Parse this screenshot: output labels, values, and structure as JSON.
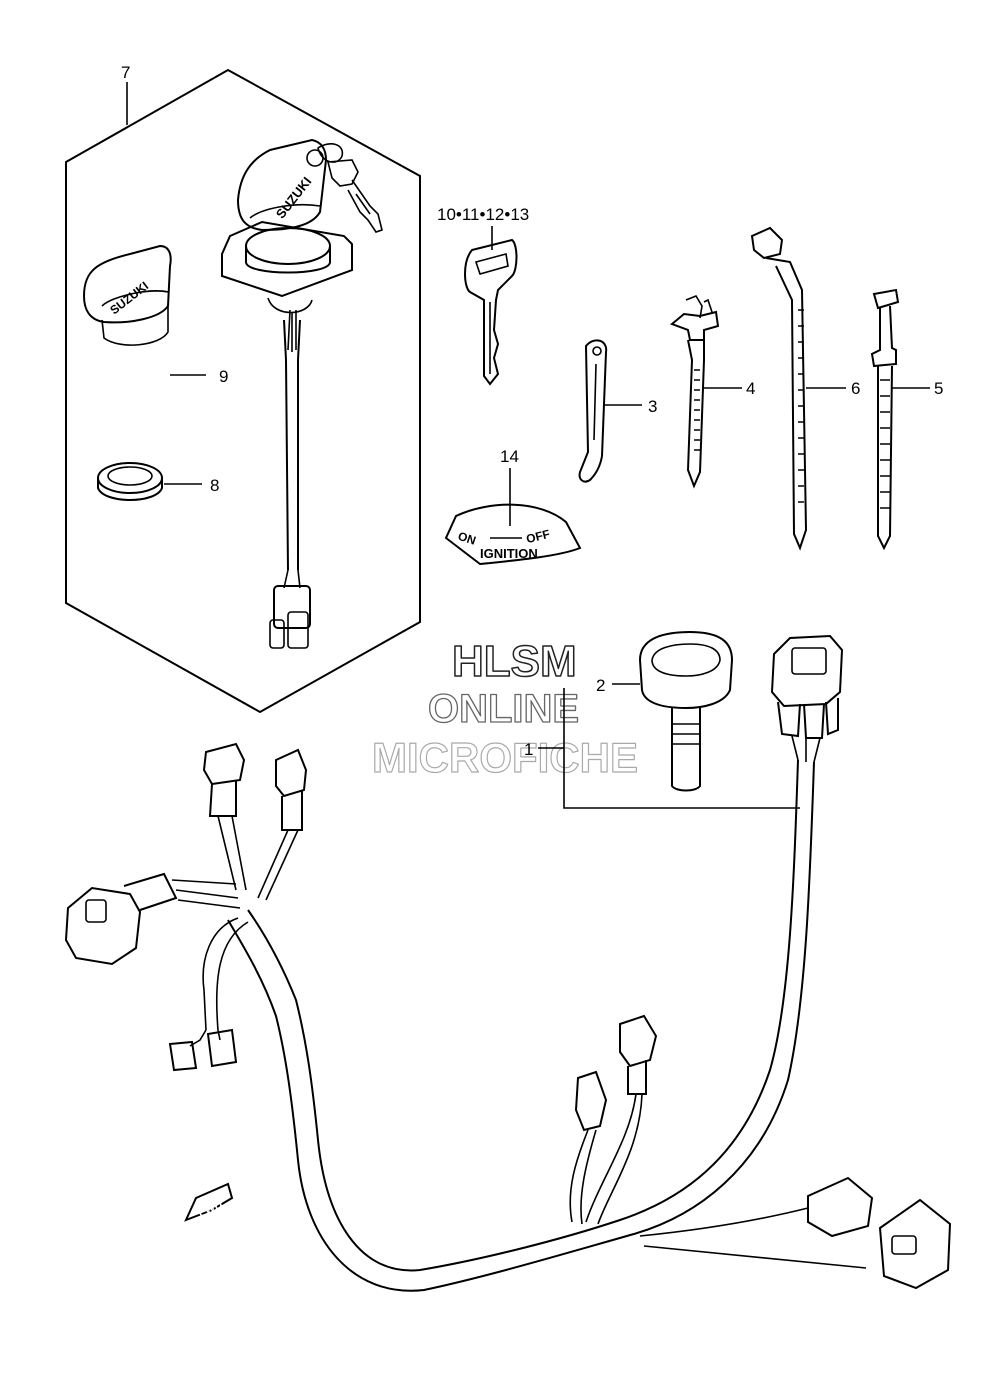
{
  "labels": {
    "p1": "1",
    "p2": "2",
    "p3": "3",
    "p4": "4",
    "p5": "5",
    "p6": "6",
    "p7": "7",
    "p8": "8",
    "p9": "9",
    "p10_13": "10•11•12•13",
    "p14": "14"
  },
  "key_cap_brand": "SUZUKI",
  "decal": {
    "on": "ON",
    "off": "OFF",
    "ignition": "IGNITION"
  },
  "watermark": {
    "line1": "HLSM",
    "line2": "ONLINE",
    "line3": "MICROFICHE"
  },
  "fwd_arrow": "FWD"
}
